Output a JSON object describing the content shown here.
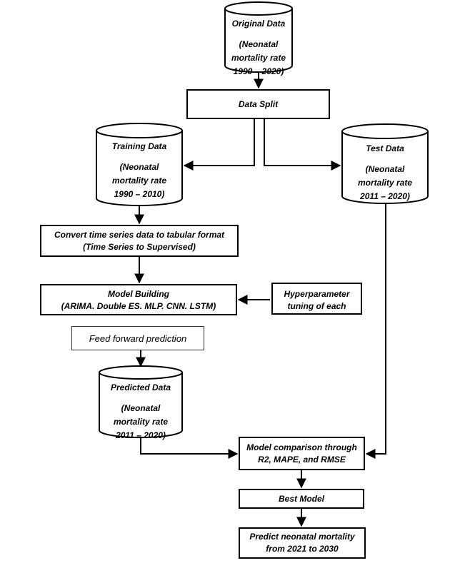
{
  "original_data": {
    "title": "Original Data",
    "lines": [
      "(Neonatal",
      "mortality rate",
      "1990 – 2020)"
    ]
  },
  "data_split": {
    "label": "Data Split"
  },
  "training_data": {
    "title": "Training Data",
    "lines": [
      "(Neonatal",
      "mortality rate",
      "1990 – 2010)"
    ]
  },
  "test_data": {
    "title": "Test Data",
    "lines": [
      "(Neonatal",
      "mortality rate",
      "2011 – 2020)"
    ]
  },
  "convert": {
    "line1": "Convert time series data to tabular format",
    "line2": "(Time Series to Supervised)"
  },
  "model_building": {
    "line1": "Model Building",
    "line2": "(ARIMA. Double ES. MLP.  CNN. LSTM)"
  },
  "hyperparameter": {
    "line1": "Hyperparameter",
    "line2": "tuning of each"
  },
  "feed_forward": {
    "label": "Feed forward prediction"
  },
  "predicted_data": {
    "title": "Predicted Data",
    "lines": [
      "(Neonatal",
      "mortality rate",
      "2011 – 2020)"
    ]
  },
  "comparison": {
    "line1": "Model comparison through",
    "line2": "R2, MAPE, and RMSE"
  },
  "best_model": {
    "label": "Best Model"
  },
  "predict": {
    "line1": "Predict neonatal mortality",
    "line2": "from 2021 to 2030"
  }
}
